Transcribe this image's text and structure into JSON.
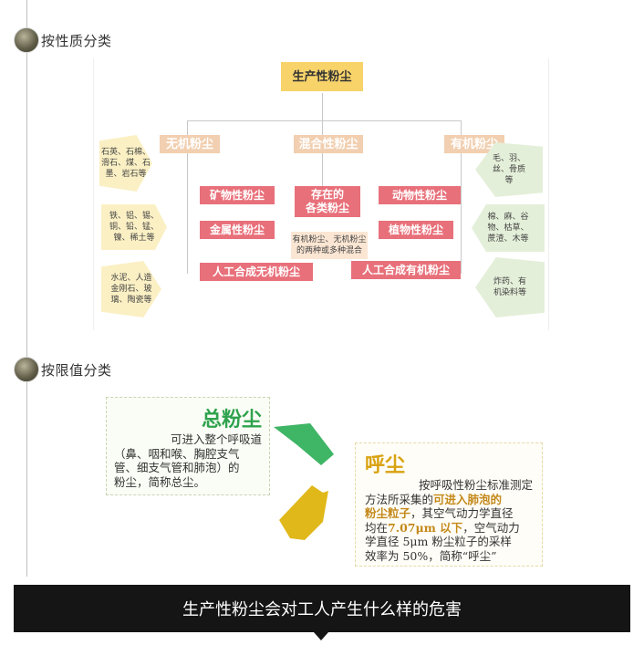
{
  "section1": {
    "title": "按性质分类"
  },
  "section2": {
    "title": "按限值分类"
  },
  "diagram1": {
    "root": "生产性粉尘",
    "categories": {
      "inorganic": "无机粉尘",
      "mixed": "混合性粉尘",
      "organic": "有机粉尘"
    },
    "inorganic_items": [
      "矿物性粉尘",
      "金属性粉尘",
      "人工合成无机粉尘"
    ],
    "mixed_item": [
      "存在的",
      "各类粉尘"
    ],
    "mixed_note": [
      "有机粉尘、无机粉尘",
      "的两种或多种混合"
    ],
    "organic_items": [
      "动物性粉尘",
      "植物性粉尘",
      "人工合成有机粉尘"
    ],
    "left_examples": [
      [
        "石英、石棉、",
        "滑石、煤、石",
        "墨、岩石等"
      ],
      [
        "铁、铝、锡、",
        "铜、铅、锰、",
        "镍、稀土等"
      ],
      [
        "水泥、人造",
        "金刚石、玻",
        "璃、陶瓷等"
      ]
    ],
    "right_examples": [
      [
        "毛、羽、",
        "丝、骨质",
        "等"
      ],
      [
        "棉、麻、谷",
        "物、枯草、",
        "蔗渣、木等"
      ],
      [
        "炸药、有",
        "机染料等"
      ]
    ]
  },
  "diagram2": {
    "total": {
      "title": "总粉尘",
      "lines": [
        "可进入整个呼吸道",
        "（鼻、咽和喉、胸腔支气",
        "管、细支气管和肺泡）的",
        "粉尘，简称总尘。"
      ]
    },
    "respirable": {
      "title": "呼尘",
      "line1": "按呼吸性粉尘标准测定",
      "line2a": "方法所采集的",
      "line2b": "可进入肺泡的",
      "line3a": "粉尘粒子",
      "line3b": "，其空气动力学直径",
      "line4a": "均在",
      "line4b": "7.07μm 以下",
      "line4c": "，空气动力",
      "line5": "学直径 5μm 粉尘粒子的采样",
      "line6": "效率为 50%，简称“呼尘”"
    },
    "colors": {
      "green": "#2ea24d",
      "yellow": "#d9a20f",
      "highlight": "#c4891a"
    }
  },
  "banner": {
    "text": "生产性粉尘会对工人产生什么样的危害"
  }
}
